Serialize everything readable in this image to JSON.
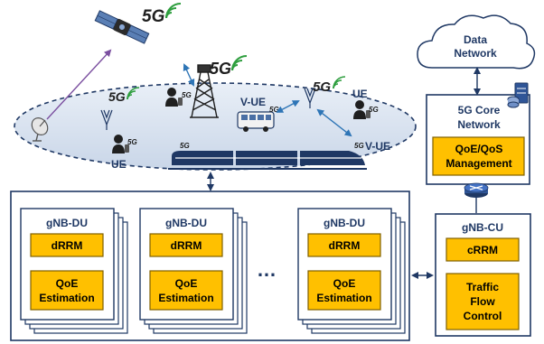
{
  "colors": {
    "navy": "#1f3864",
    "gold": "#ffc000",
    "gold_border": "#b8860b",
    "ellipse_fill": "#dbe4f0",
    "arrow_blue": "#2e75b6",
    "signal_green": "#2e9e3e"
  },
  "cloud": {
    "label_line1": "Data",
    "label_line2": "Network"
  },
  "core": {
    "title_line1": "5G Core",
    "title_line2": "Network",
    "mgmt_line1": "QoE/QoS",
    "mgmt_line2": "Management"
  },
  "cu": {
    "title": "gNB-CU",
    "crrm": "cRRM",
    "traffic_line1": "Traffic",
    "traffic_line2": "Flow",
    "traffic_line3": "Control"
  },
  "du_units": [
    {
      "title": "gNB-DU",
      "drrm": "dRRM",
      "qoe_line1": "QoE",
      "qoe_line2": "Estimation"
    },
    {
      "title": "gNB-DU",
      "drrm": "dRRM",
      "qoe_line1": "QoE",
      "qoe_line2": "Estimation"
    },
    {
      "title": "gNB-DU",
      "drrm": "dRRM",
      "qoe_line1": "QoE",
      "qoe_line2": "Estimation"
    }
  ],
  "ellipsis": "…",
  "scene": {
    "fiveg_large": "5G",
    "fiveg_small": "5G",
    "ue_label": "UE",
    "vue_label": "V-UE"
  }
}
